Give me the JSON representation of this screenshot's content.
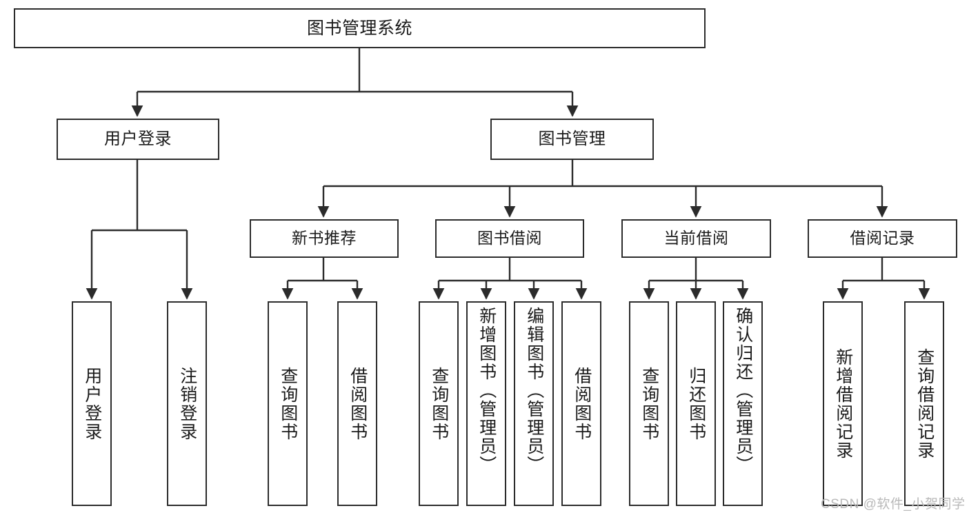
{
  "diagram": {
    "type": "tree-hierarchy",
    "title": "图书管理系统",
    "root": {
      "label": "图书管理系统"
    },
    "level1": [
      {
        "label": "用户登录"
      },
      {
        "label": "图书管理"
      }
    ],
    "level2": [
      {
        "label": "新书推荐"
      },
      {
        "label": "图书借阅"
      },
      {
        "label": "当前借阅"
      },
      {
        "label": "借阅记录"
      }
    ],
    "leaves": {
      "user_login": [
        {
          "label": "用户登录"
        },
        {
          "label": "注销登录"
        }
      ],
      "new_book_recommend": [
        {
          "label": "查询图书"
        },
        {
          "label": "借阅图书"
        }
      ],
      "book_borrow": [
        {
          "label": "查询图书"
        },
        {
          "label": "新增图书（管理员）"
        },
        {
          "label": "编辑图书（管理员）"
        },
        {
          "label": "借阅图书"
        }
      ],
      "current_borrow": [
        {
          "label": "查询图书"
        },
        {
          "label": "归还图书"
        },
        {
          "label": "确认归还（管理员）"
        }
      ],
      "borrow_record": [
        {
          "label": "新增借阅记录"
        },
        {
          "label": "查询借阅记录"
        }
      ]
    }
  },
  "watermark": {
    "text": "CSDN @软件_小贺同学"
  },
  "colors": {
    "stroke": "#2b2b2b",
    "background": "#ffffff",
    "text": "#1a1a1a",
    "watermark": "#b9b9b9"
  }
}
